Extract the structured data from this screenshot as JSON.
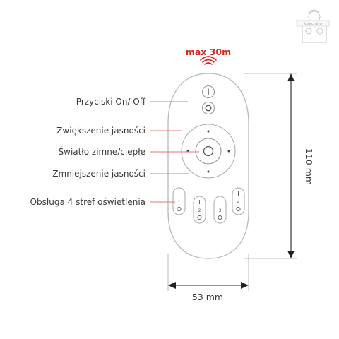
{
  "range": {
    "label": "max 30m",
    "color": "#d9281e"
  },
  "labels": {
    "on_off": "Przyciski On/ Off",
    "brightness_up": "Zwiększenie jasności",
    "cold_warm": "Światło zimne/ciepłe",
    "brightness_down": "Zmniejszenie jasności",
    "zones": "Obsługa 4 stref oświetlenia"
  },
  "dimensions": {
    "height": "110 mm",
    "width": "53 mm"
  },
  "zone_buttons": [
    "1",
    "2",
    "3",
    "4"
  ],
  "watermark": "ksiecinho",
  "colors": {
    "leader_line": "#e07b7b",
    "outline": "#b8b8b8",
    "dimension": "#222222"
  }
}
